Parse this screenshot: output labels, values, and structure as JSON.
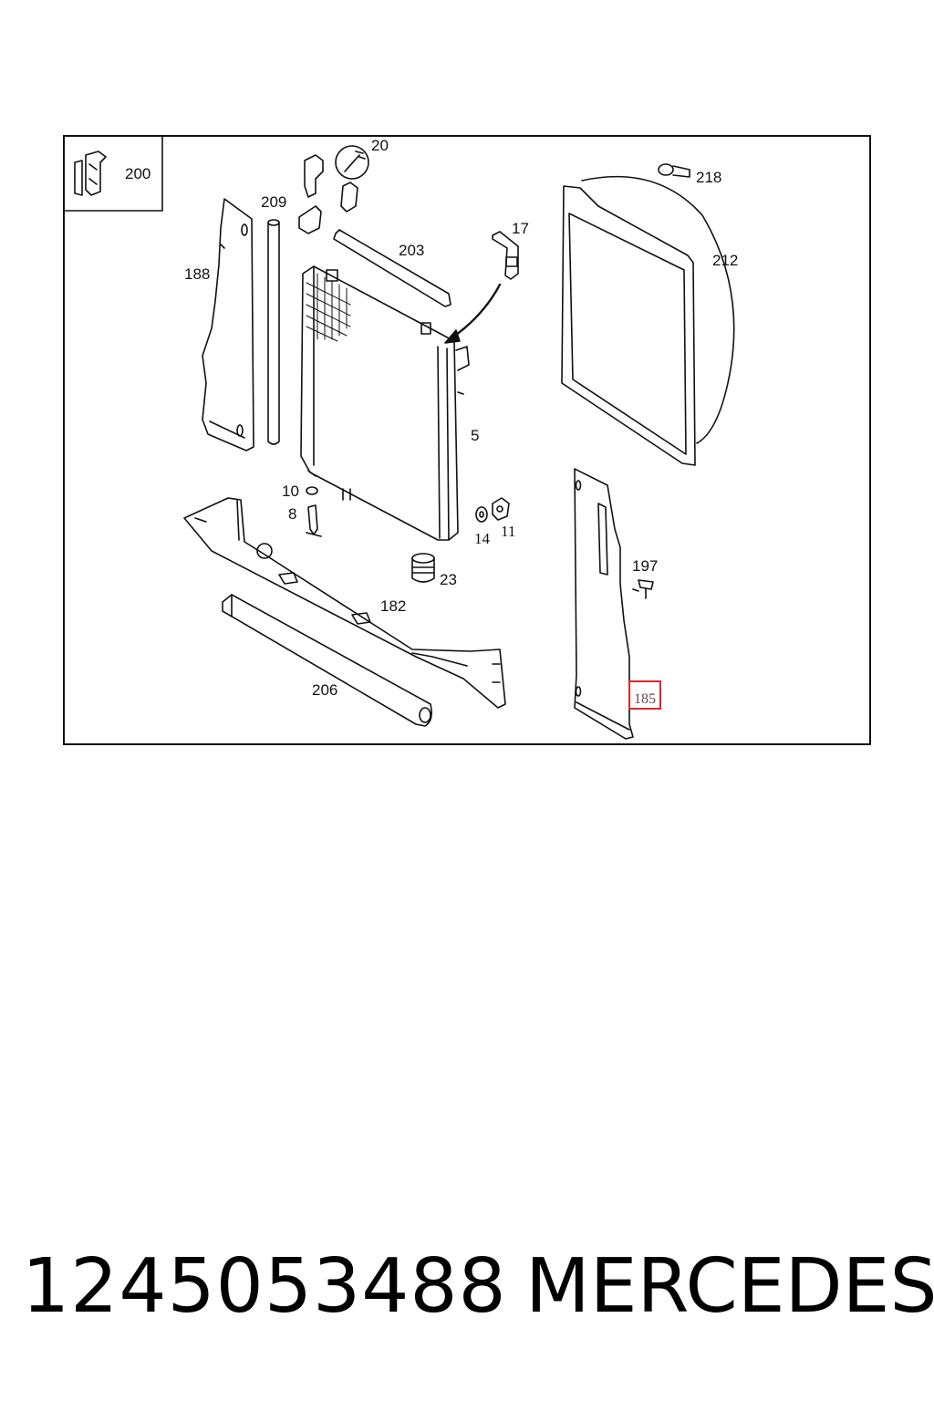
{
  "diagram": {
    "callouts": {
      "c200": "200",
      "c20": "20",
      "c209": "209",
      "c188": "188",
      "c203": "203",
      "c17": "17",
      "c218": "218",
      "c212": "212",
      "c5": "5",
      "c10": "10",
      "c8": "8",
      "c14": "14",
      "c11": "11",
      "c23": "23",
      "c197": "197",
      "c182": "182",
      "c206": "206",
      "c185": "185"
    },
    "highlighted_part": "185",
    "highlight_color": "#e0262b"
  },
  "footer": {
    "part_number": "1245053488",
    "brand": "MERCEDES"
  }
}
